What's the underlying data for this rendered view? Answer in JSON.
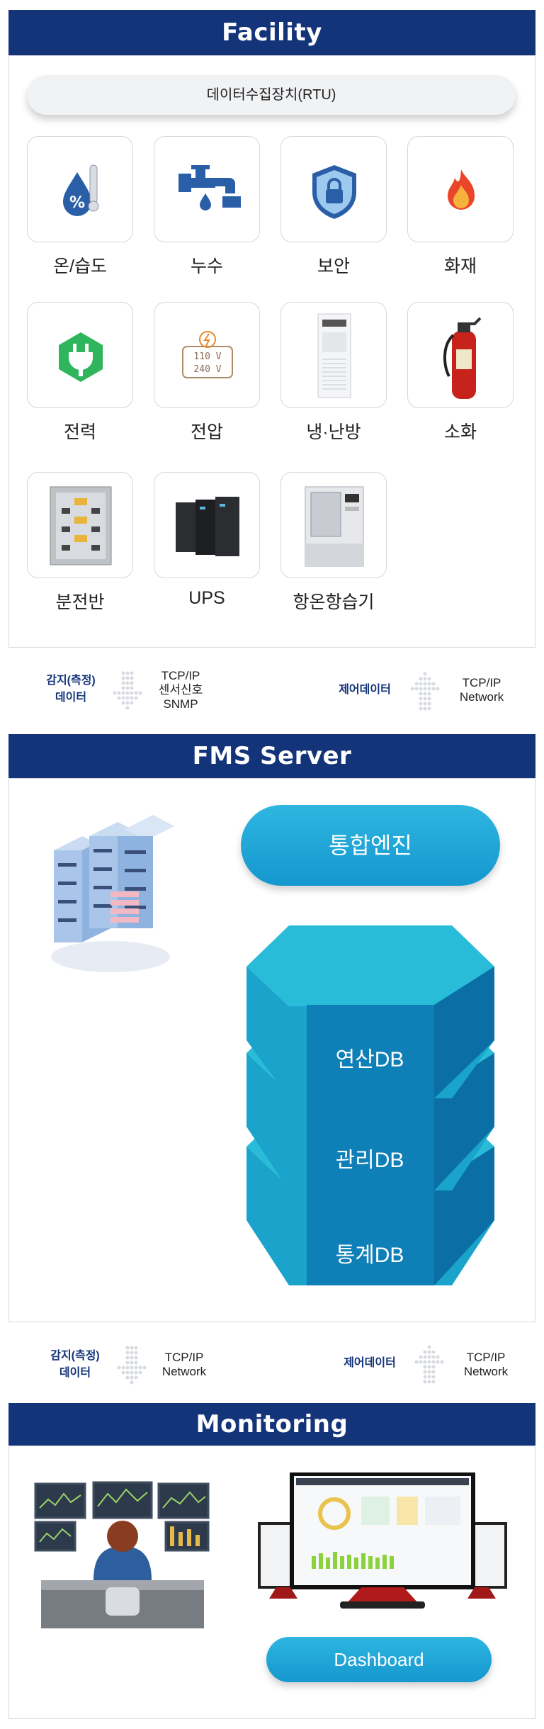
{
  "facility": {
    "title": "Facility",
    "rtu_label": "데이터수집장치(RTU)",
    "items": [
      {
        "label": "온/습도",
        "icon": "thermo-humidity-icon"
      },
      {
        "label": "누수",
        "icon": "water-leak-icon"
      },
      {
        "label": "보안",
        "icon": "security-shield-icon"
      },
      {
        "label": "화재",
        "icon": "fire-icon"
      },
      {
        "label": "전력",
        "icon": "power-plug-icon"
      },
      {
        "label": "전압",
        "icon": "voltage-icon"
      },
      {
        "label": "냉·난방",
        "icon": "air-conditioner-icon"
      },
      {
        "label": "소화",
        "icon": "fire-extinguisher-icon"
      },
      {
        "label": "분전반",
        "icon": "distribution-panel-icon"
      },
      {
        "label": "UPS",
        "icon": "ups-icon"
      },
      {
        "label": "항온항습기",
        "icon": "thermo-hygrostat-icon"
      }
    ]
  },
  "transport1": {
    "left_label_line1": "감지(측정)",
    "left_label_line2": "데이터",
    "left_protocol_line1": "TCP/IP",
    "left_protocol_line2": "센서신호",
    "left_protocol_line3": "SNMP",
    "right_label": "제어데이터",
    "right_protocol_line1": "TCP/IP",
    "right_protocol_line2": "Network"
  },
  "server": {
    "title": "FMS Server",
    "engine_label": "통합엔진",
    "db_labels": [
      "연산DB",
      "관리DB",
      "통계DB"
    ]
  },
  "transport2": {
    "left_label_line1": "감지(측정)",
    "left_label_line2": "데이터",
    "left_protocol_line1": "TCP/IP",
    "left_protocol_line2": "Network",
    "right_label": "제어데이터",
    "right_protocol_line1": "TCP/IP",
    "right_protocol_line2": "Network"
  },
  "monitoring": {
    "title": "Monitoring",
    "dashboard_label": "Dashboard"
  },
  "colors": {
    "header_navy": "#14347a",
    "accent_blue": "#1a9fd6",
    "db_teal": "#1fb3d1"
  }
}
